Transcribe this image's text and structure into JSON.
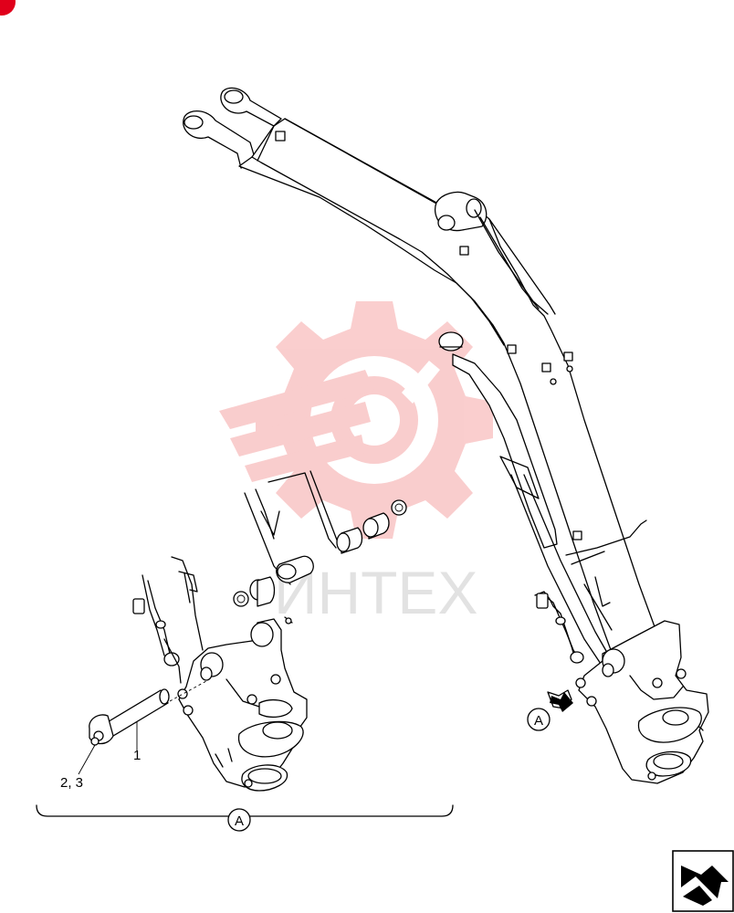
{
  "callouts": {
    "part_1": "1",
    "parts_2_3": "2, 3",
    "view_a_bracket": "A",
    "view_a_arrow": "A"
  },
  "watermark": {
    "text": "ИНТЕХ",
    "logo_icon": "gear-wrench-logo-icon",
    "color": "#f07070"
  },
  "navigation": {
    "icon": "page-return-arrow-icon"
  },
  "colors": {
    "brand_red": "#e0001b",
    "line": "#000000"
  }
}
